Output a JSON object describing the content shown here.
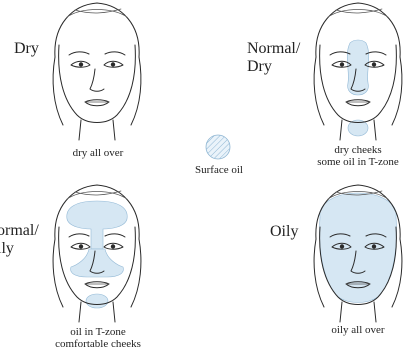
{
  "legend": {
    "label": "Surface oil"
  },
  "colors": {
    "oil_fill": "#cfe3f1",
    "oil_stroke": "#93b9d6",
    "line": "#2a2a2a"
  },
  "faces": [
    {
      "id": "dry",
      "label": "Dry",
      "caption_lines": [
        "dry all over"
      ]
    },
    {
      "id": "normal-dry",
      "label_lines": [
        "Normal/",
        "Dry"
      ],
      "caption_lines": [
        "dry cheeks",
        "some oil in T-zone"
      ]
    },
    {
      "id": "normal-oily",
      "label_lines": [
        "ormal/",
        "ily"
      ],
      "caption_lines": [
        "oil in T-zone",
        "comfortable cheeks"
      ]
    },
    {
      "id": "oily",
      "label": "Oily",
      "caption_lines": [
        "oily all over"
      ]
    }
  ]
}
